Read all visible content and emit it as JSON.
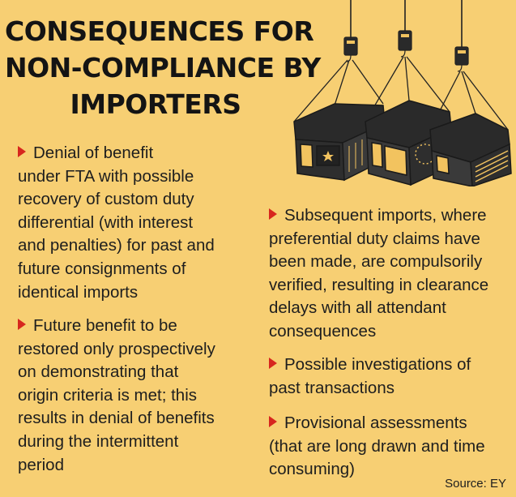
{
  "title": {
    "lines": [
      "CONSEQUENCES FOR",
      "NON-COMPLIANCE BY",
      "IMPORTERS"
    ]
  },
  "left_points": [
    {
      "lines": [
        "Denial of benefit",
        "under FTA with possible",
        "recovery of custom duty",
        "differential (with interest",
        "and penalties) for past and",
        "future consignments of",
        "identical imports"
      ]
    },
    {
      "lines": [
        "Future benefit to be",
        "restored only prospectively",
        "on demonstrating that",
        "origin criteria is met; this",
        "results in denial of benefits",
        "during the intermittent",
        "period"
      ]
    }
  ],
  "right_points": [
    {
      "lines": [
        "Subsequent imports, where",
        "preferential duty claims have",
        "been made, are compulsorily",
        "verified, resulting in clearance",
        "delays with all attendant",
        "consequences"
      ]
    },
    {
      "lines": [
        "Possible investigations of",
        "past transactions"
      ]
    },
    {
      "lines": [
        "Provisional assessments",
        "(that are long drawn and time",
        "consuming)"
      ]
    }
  ],
  "source": "Source: EY",
  "icons": {
    "bullet": "red-triangle-bullet-icon",
    "illustration": "hanging-shipping-containers-icon"
  },
  "colors": {
    "background": "#f7cf73",
    "bullet": "#d7261e",
    "text": "#1e1e1e",
    "container_body": "#2a2a2a",
    "container_accent": "#f2c35f"
  }
}
